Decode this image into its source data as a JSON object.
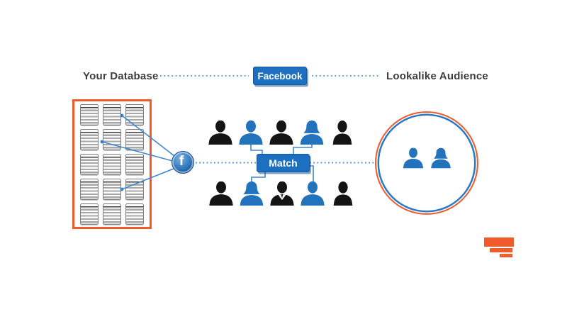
{
  "title_row": {
    "left_label": "Your Database",
    "center_button_label": "Facebook",
    "right_label": "Lookalike Audience"
  },
  "diagram": {
    "match_button_label": "Match",
    "facebook_badge_letter": "f",
    "database": {
      "grid_rows": 5,
      "grid_cols": 3,
      "record_count": 15
    },
    "audience_rows": {
      "top": [
        {
          "shape": "male",
          "tone": "black"
        },
        {
          "shape": "male",
          "tone": "blue"
        },
        {
          "shape": "male",
          "tone": "black"
        },
        {
          "shape": "female",
          "tone": "blue"
        },
        {
          "shape": "bust",
          "tone": "black"
        }
      ],
      "bottom": [
        {
          "shape": "male",
          "tone": "black"
        },
        {
          "shape": "female",
          "tone": "blue"
        },
        {
          "shape": "suit",
          "tone": "black"
        },
        {
          "shape": "male",
          "tone": "blue"
        },
        {
          "shape": "bust",
          "tone": "black"
        }
      ]
    },
    "lookalike_members": [
      {
        "shape": "male",
        "tone": "blue"
      },
      {
        "shape": "female",
        "tone": "blue"
      }
    ]
  },
  "colors": {
    "button_blue": "#1d70c0",
    "person_blue": "#2273bc",
    "person_black": "#141414",
    "accent_orange": "#f05b2b",
    "connector_blue": "#3f87d2",
    "label_text": "#3d3d3d"
  }
}
